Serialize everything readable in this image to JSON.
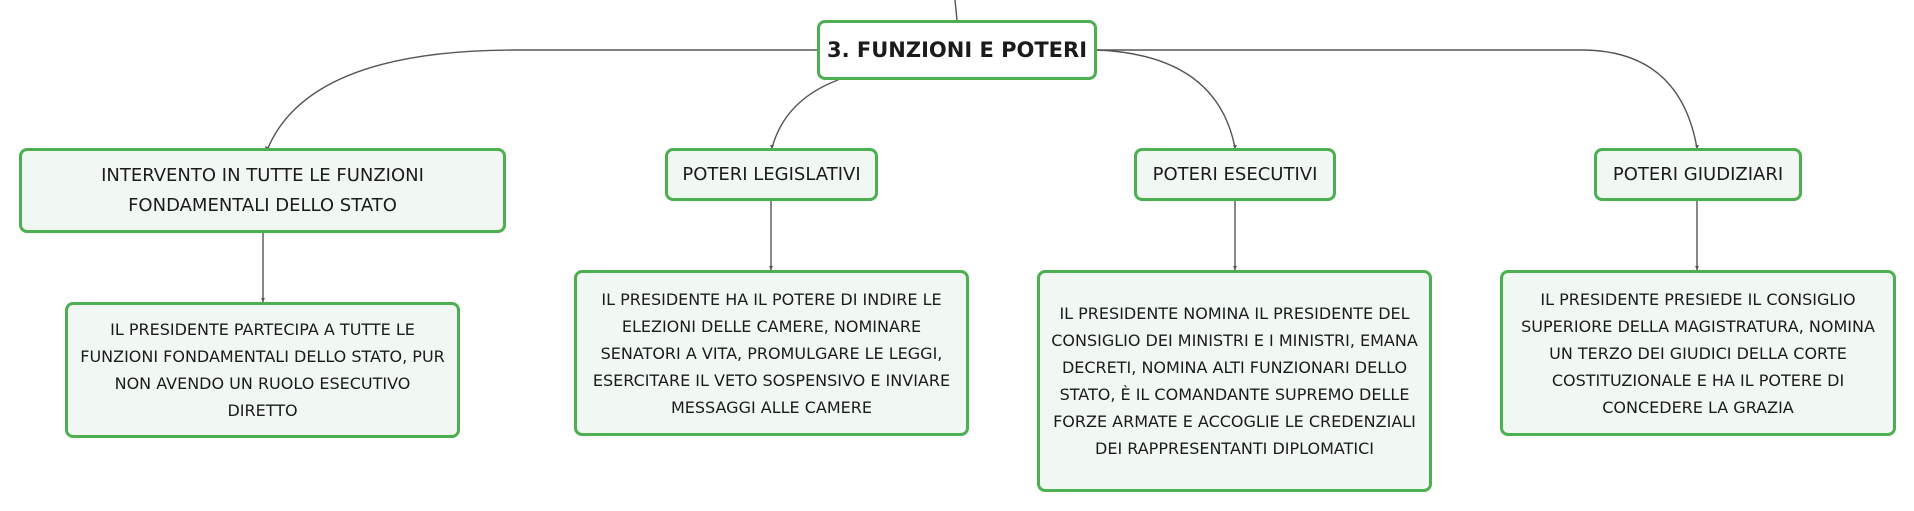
{
  "root": {
    "label": "3. FUNZIONI E POTERI"
  },
  "branches": [
    {
      "label": "INTERVENTO IN TUTTE LE FUNZIONI FONDAMENTALI DELLO STATO",
      "detail": "IL PRESIDENTE PARTECIPA A TUTTE LE FUNZIONI FONDAMENTALI DELLO STATO, PUR NON AVENDO UN RUOLO ESECUTIVO DIRETTO"
    },
    {
      "label": "POTERI LEGISLATIVI",
      "detail": "IL PRESIDENTE HA IL POTERE DI INDIRE LE ELEZIONI DELLE CAMERE, NOMINARE SENATORI A VITA, PROMULGARE LE LEGGI, ESERCITARE IL VETO SOSPENSIVO E INVIARE MESSAGGI ALLE CAMERE"
    },
    {
      "label": "POTERI ESECUTIVI",
      "detail": "IL PRESIDENTE NOMINA IL PRESIDENTE DEL CONSIGLIO DEI MINISTRI E I MINISTRI, EMANA DECRETI, NOMINA ALTI FUNZIONARI DELLO STATO, È IL COMANDANTE SUPREMO DELLE FORZE ARMATE E ACCOGLIE LE CREDENZIALI DEI RAPPRESENTANTI DIPLOMATICI"
    },
    {
      "label": "POTERI GIUDIZIARI",
      "detail": "IL PRESIDENTE PRESIEDE IL CONSIGLIO SUPERIORE DELLA MAGISTRATURA, NOMINA UN TERZO DEI GIUDICI DELLA CORTE COSTITUZIONALE E HA IL POTERE DI CONCEDERE LA GRAZIA"
    }
  ],
  "colors": {
    "node_border": "#4caf50",
    "node_fill": "#f1f8f3",
    "connector": "#555555"
  }
}
